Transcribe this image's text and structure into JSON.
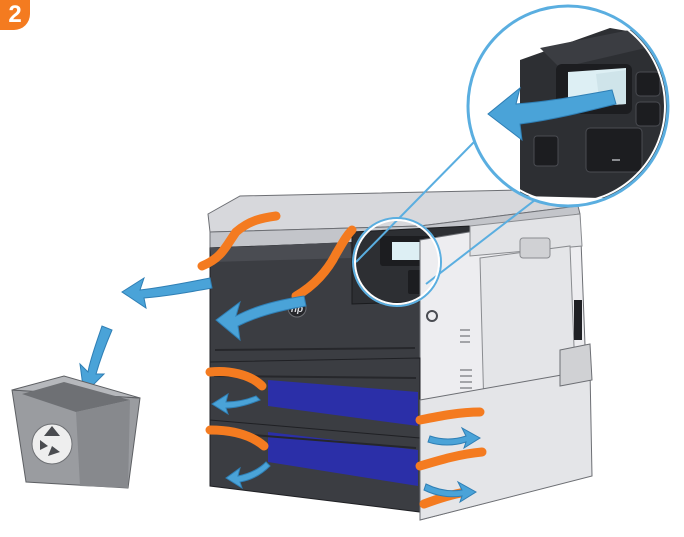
{
  "step": {
    "number": "2"
  },
  "printer": {
    "brand": "hp"
  },
  "icons": {
    "recycle": "recycle-icon",
    "arrow": "remove-arrow-icon",
    "tape": "shipping-tape"
  },
  "colors": {
    "tape": "#f47b20",
    "arrow": "#4aa3d8",
    "printer_body": "#3b3d42",
    "printer_panel": "#ededf0",
    "tray_accent": "#2b2fa8",
    "bin": "#9a9ca0",
    "badge": "#f47b20"
  }
}
